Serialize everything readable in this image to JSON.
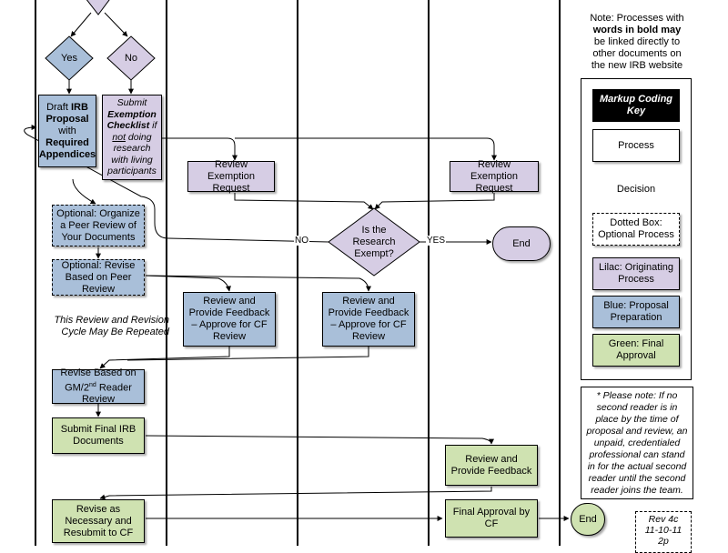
{
  "note": [
    "Note: Processes with",
    "words in bold may",
    "be linked directly to",
    "other documents on",
    "the new IRB website"
  ],
  "decision_yes": "Yes",
  "decision_no": "No",
  "draft": {
    "l1": "Draft ",
    "l1b": "IRB",
    "l2": "Proposal",
    "l3": "with",
    "l4": "Required",
    "l5": "Appendices"
  },
  "exemption_checklist": {
    "l1": "Submit",
    "l2": "Exemption",
    "l3": "Checklist",
    "l3b": " if",
    "l4": "not",
    "l4b": " doing",
    "l5": "research",
    "l6": "with living",
    "l7": "participants"
  },
  "review_exemption_1": "Review Exemption Request",
  "review_exemption_2": "Review Exemption Request",
  "peer_review_optional": "Optional: Organize a Peer Review of Your Documents",
  "revise_peer_optional": "Optional: Revise Based on Peer Review",
  "research_exempt": "Is the Research Exempt?",
  "label_no": "NO",
  "label_yes": "YES",
  "end_1": "End",
  "end_2": "End",
  "review_feedback_1": "Review and Provide Feedback – Approve for CF Review",
  "review_feedback_2": "Review and Provide Feedback – Approve for CF Review",
  "cycle_note": [
    "This Review and Revision",
    "Cycle May Be Repeated"
  ],
  "revise_gm": {
    "l1": "Revise Based on",
    "l2a": "GM/2",
    "l2sup": "nd",
    "l2b": " Reader",
    "l3": "Review"
  },
  "submit_final": "Submit Final IRB Documents",
  "review_feedback_3": "Review and Provide Feedback",
  "revise_resubmit": "Revise as Necessary and Resubmit to CF",
  "final_approval": "Final Approval by CF",
  "key": {
    "title": "Markup Coding Key",
    "process": "Process",
    "decision": "Decision",
    "dotted": "Dotted Box: Optional Process",
    "lilac": "Lilac: Originating Process",
    "blue": "Blue: Proposal Preparation",
    "green": "Green: Final Approval"
  },
  "second_reader_note": "* Please note: If no second reader is in place by the time of proposal and review, an unpaid, credentialed professional can stand in for the actual second reader until the second reader joins the team.",
  "rev": [
    "Rev 4c",
    "11-10-11",
    "2p"
  ],
  "colors": {
    "lilac": "#d6cde4",
    "blue": "#a9bfd9",
    "green": "#cfe2b1",
    "key_title_bg": "#000000"
  }
}
